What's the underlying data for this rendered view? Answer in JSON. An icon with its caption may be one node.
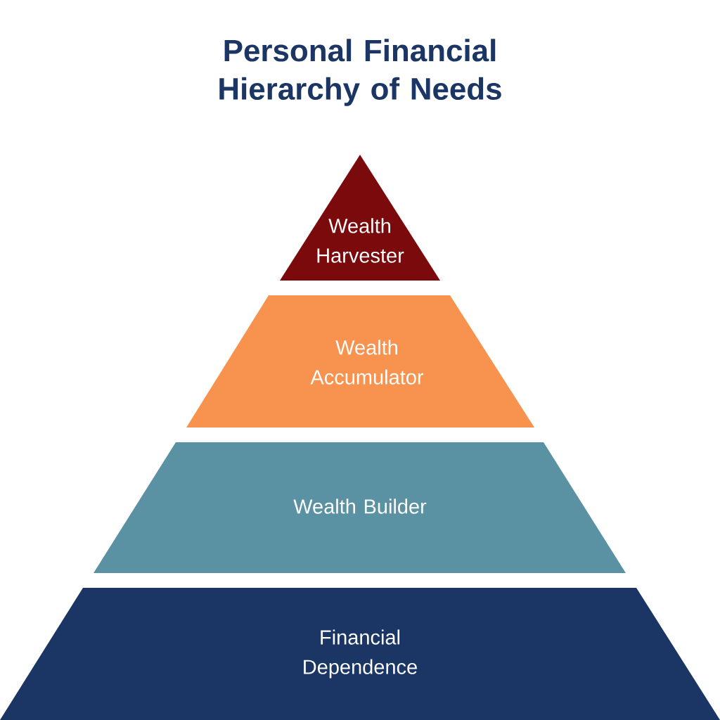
{
  "diagram": {
    "title": "Personal Financial Hierarchy of Needs",
    "nodes": [
      {
        "text": [
          "Wealth Harvester"
        ]
      },
      {
        "text": [
          "Wealth Accumulator"
        ]
      },
      {
        "text": [
          "Wealth Builder"
        ]
      },
      {
        "text": [
          "Financial Dependence"
        ]
      }
    ]
  }
}
